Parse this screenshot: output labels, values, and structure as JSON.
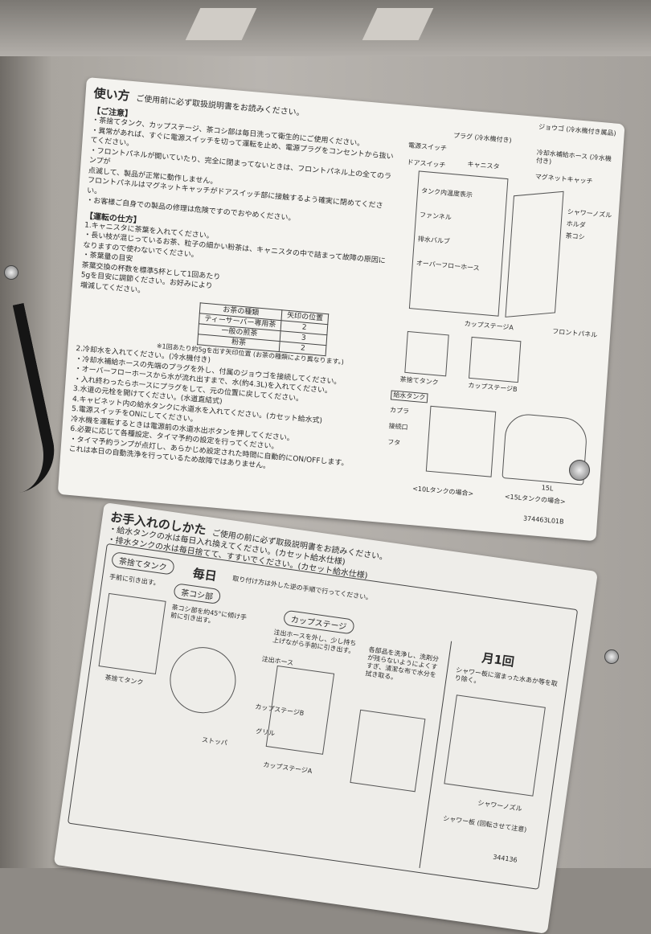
{
  "usage_panel": {
    "title": "使い方",
    "subtitle": "ご使用前に必ず取扱説明書をお読みください。",
    "caution_heading": "【ご注意】",
    "caution_lines": [
      "・茶捨てタンク、カップステージ、茶コシ部は毎日洗って衛生的にご使用ください。",
      "・異常があれば、すぐに電源スイッチを切って運転を止め、電源プラグをコンセントから抜いてください。",
      "・フロントパネルが開いていたり、完全に閉まってないときは、フロントパネル上の全てのランプが",
      "  点滅して、製品が正常に動作しません。",
      "  フロントパネルはマグネットキャッチがドアスイッチ部に接触するよう確実に閉めてください。",
      "・お客様ご自身での製品の修理は危険ですのでおやめください。"
    ],
    "operation_heading": "【運転の仕方】",
    "operation_lines": [
      "1.キャニスタに茶葉を入れてください。",
      "・長い枝が混じっているお茶、粒子の細かい粉茶は、キャニスタの中で詰まって故障の原因に",
      "  なりますので使わないでください。",
      "・茶葉量の目安",
      "  茶葉交換の杯数を標準5杯として1回あたり",
      "  5gを目安に調節ください。お好みにより",
      "  増減してください。",
      "2.冷却水を入れてください。(冷水機付き)",
      "・冷却水補給ホースの先端のプラグを外し、付属のジョウゴを接続してください。",
      "・オーバーフローホースから水が流れ出すまで、水(約4.3L)を入れてください。",
      "・入れ終わったらホースにプラグをして、元の位置に戻してください。",
      "3.水道の元栓を開けてください。(水道直結式)",
      "4.キャビネット内の給水タンクに水道水を入れてください。(カセット給水式)",
      "5.電源スイッチをONにしてください。",
      "  冷水機を運転するときは電源前の水道水出ボタンを押してください。",
      "6.必要に応じて各種設定、タイマ予約の設定を行ってください。",
      "・タイマ予約ランプが点灯し、あらかじめ設定された時間に自動的にON/OFFします。",
      "  これは本日の自動洗浄を行っているため故障ではありません。"
    ],
    "tea_table": {
      "headers": [
        "お茶の種類",
        "矢印の位置"
      ],
      "rows": [
        [
          "ティーサーバー専用茶",
          "2"
        ],
        [
          "一般の煎茶",
          "3"
        ],
        [
          "粉茶",
          "2"
        ]
      ],
      "note": "※1回あたり約5gを出す矢印位置 (お茶の種類により異なります。)"
    },
    "diagram_labels": [
      "ジョウゴ (冷水機付き属品)",
      "プラグ (冷水機付き)",
      "電源スイッチ",
      "キャニスタ",
      "冷却水補給ホース (冷水機付き)",
      "ドアスイッチ",
      "マグネットキャッチ",
      "タンク内温度表示",
      "シャワーノズル",
      "ホルダ",
      "ファンネル",
      "茶コシ",
      "排水バルブ",
      "オーバーフローホース",
      "カップステージA",
      "フロントパネル",
      "茶捨てタンク",
      "カップステージB",
      "給水タンク",
      "カプラ",
      "接続口",
      "フタ",
      "<10Lタンクの場合>",
      "<15Lタンクの場合>",
      "15L"
    ],
    "code": "374463L01B"
  },
  "care_panel": {
    "title": "お手入れのしかた",
    "subtitle": "ご使用の前に必ず取扱説明書をお読みください。",
    "lines": [
      "・給水タンクの水は毎日入れ換えてください。(カセット給水仕様)",
      "・排水タンクの水は毎日捨てて、すすいでください。(カセット給水仕様)"
    ],
    "daily": "毎日",
    "daily_note": "取り付け方は外した逆の手順で行ってください。",
    "pills": [
      "茶捨てタンク",
      "茶コシ部",
      "カップステージ"
    ],
    "step_texts": [
      "手前に引き出す。",
      "茶コシ部を約45°に傾け手前に引き出す。",
      "注出ホースを外し、少し持ち上げながら手前に引き出す。",
      "各部品を洗浄し、洗剤分が残らないようによくすすぎ、清潔な布で水分を拭き取る。"
    ],
    "parts": [
      "茶捨てタンク",
      "注出ホース",
      "カップステージB",
      "グリル",
      "カップステージA",
      "ストッパ"
    ],
    "monthly": "月1回",
    "monthly_text": "シャワー板に溜まった水あか等を取り除く。",
    "monthly_parts": [
      "シャワーノズル",
      "シャワー板 (回転させて注意)"
    ],
    "code": "344136"
  }
}
